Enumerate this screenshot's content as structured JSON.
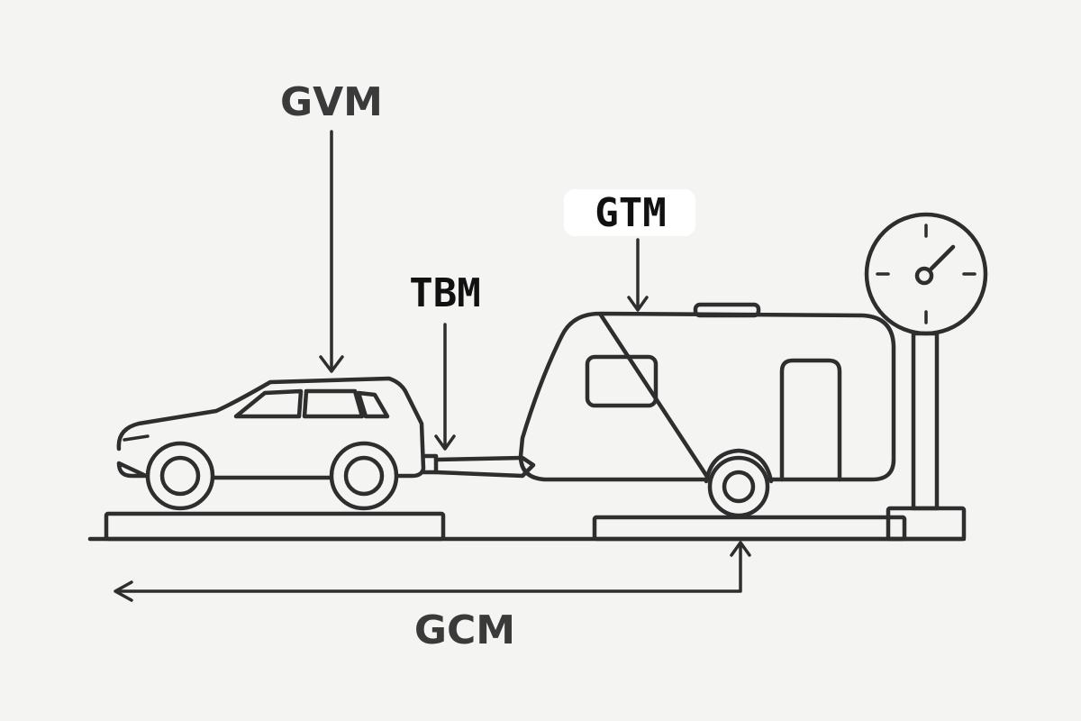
{
  "labels": {
    "gvm": "GVM",
    "tbm": "TBM",
    "gtm": "GTM",
    "gcm": "GCM"
  },
  "icons": [
    "car-icon",
    "caravan-icon",
    "weighbridge-scale-icon"
  ],
  "colors": {
    "background": "#f4f4f3",
    "stroke": "#2e2e2e",
    "gtm_label_background": "#ffffff"
  }
}
